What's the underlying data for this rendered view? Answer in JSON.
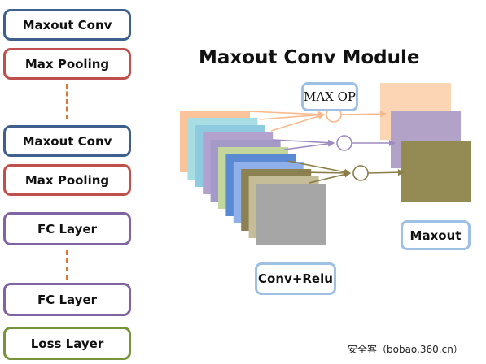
{
  "pipeline": {
    "items": [
      {
        "label": "Maxout Conv",
        "color": "#3f5f8c"
      },
      {
        "label": "Max Pooling",
        "color": "#c0504d"
      },
      {
        "label": "Maxout Conv",
        "color": "#3f5f8c"
      },
      {
        "label": "Max Pooling",
        "color": "#c0504d"
      },
      {
        "label": "FC Layer",
        "color": "#8064a2"
      },
      {
        "label": "FC Layer",
        "color": "#8064a2"
      },
      {
        "label": "Loss Layer",
        "color": "#77933c"
      }
    ],
    "ellipsis_color": "#d9773a"
  },
  "module": {
    "title": "Maxout Conv Module",
    "max_op_label": "MAX OP",
    "conv_label": "Conv+Relu",
    "maxout_label": "Maxout",
    "label_border_color": "#9ec0e4",
    "feature_map_colors": [
      "#f9c49b",
      "#a9dde4",
      "#8ecae0",
      "#b3a2d0",
      "#a49ac8",
      "#c3d69b",
      "#5b8ad4",
      "#8fb0e8",
      "#8b8152",
      "#c4bd97",
      "#a6a6a6"
    ],
    "group_colors": [
      "#f9c9a4",
      "#b5a2cc",
      "#948a54"
    ],
    "output_colors": [
      "#fcd5b5",
      "#b3a2c7",
      "#948a54"
    ]
  },
  "watermark": "安全客（bobao.360.cn）"
}
